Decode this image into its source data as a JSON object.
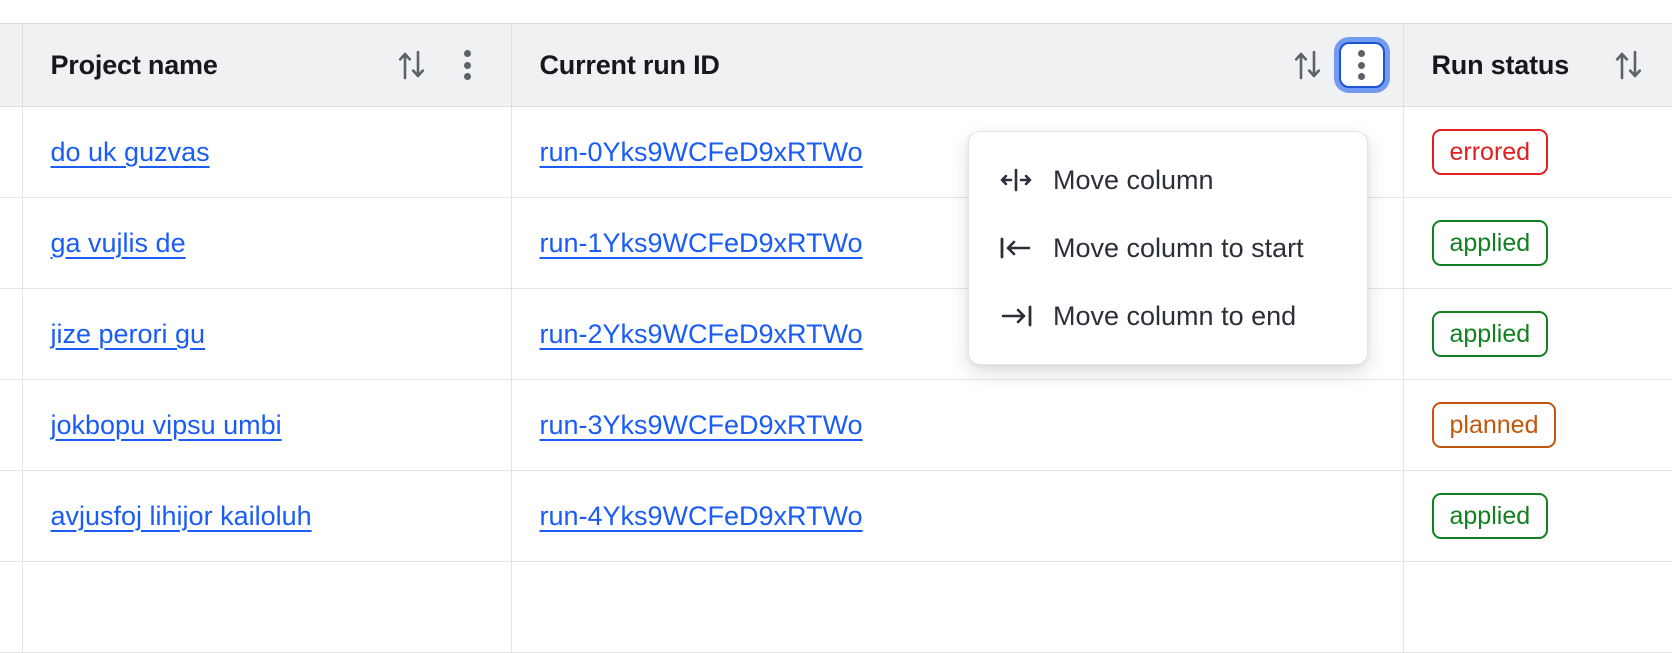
{
  "table": {
    "columns": [
      {
        "key": "project",
        "label": "Project name",
        "sortable": true,
        "has_menu": true,
        "menu_open": false
      },
      {
        "key": "runid",
        "label": "Current run ID",
        "sortable": true,
        "has_menu": true,
        "menu_open": true
      },
      {
        "key": "status",
        "label": "Run status",
        "sortable": true,
        "has_menu": false,
        "menu_open": false
      }
    ],
    "icons": {
      "sort": "sort-ascending-descending-icon",
      "menu": "kebab-menu-icon"
    },
    "rows": [
      {
        "project": "do uk guzvas",
        "runid": "run-0Yks9WCFeD9xRTWo",
        "status": "errored"
      },
      {
        "project": "ga vujlis de",
        "runid": "run-1Yks9WCFeD9xRTWo",
        "status": "applied"
      },
      {
        "project": "jize perori gu",
        "runid": "run-2Yks9WCFeD9xRTWo",
        "status": "applied"
      },
      {
        "project": "jokbopu vipsu umbi",
        "runid": "run-3Yks9WCFeD9xRTWo",
        "status": "planned"
      },
      {
        "project": "avjusfoj lihijor kailoluh",
        "runid": "run-4Yks9WCFeD9xRTWo",
        "status": "applied"
      }
    ]
  },
  "column_menu": {
    "open_for_column": "Current run ID",
    "items": [
      {
        "label": "Move column",
        "icon": "move-column-horizontal-icon"
      },
      {
        "label": "Move column to start",
        "icon": "arrow-to-start-icon"
      },
      {
        "label": "Move column to end",
        "icon": "arrow-to-end-icon"
      }
    ]
  },
  "colors": {
    "link": "#1a5cf5",
    "errored": "#e02020",
    "applied": "#128021",
    "planned": "#c2570c",
    "focus_ring": "#739bf0",
    "header_bg": "#f0f1f3"
  }
}
